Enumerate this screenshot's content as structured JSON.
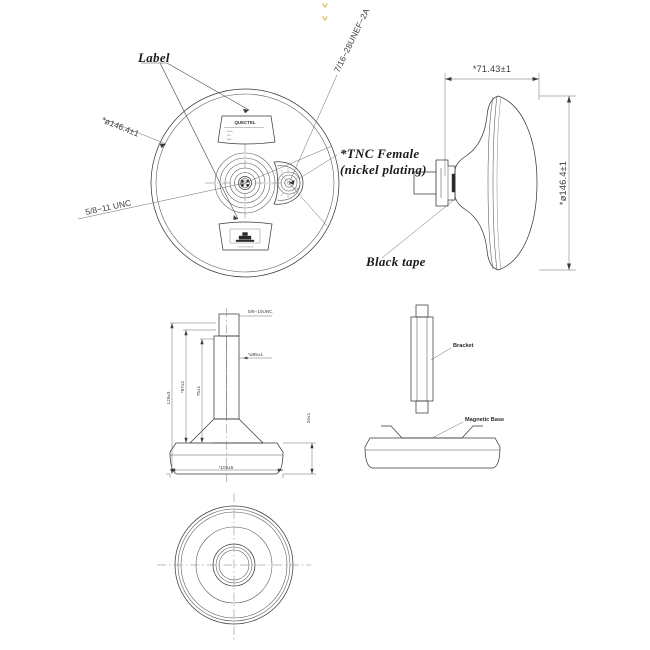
{
  "document": {
    "kind": "mechanical-drawing",
    "background": "#ffffff",
    "line_color": "#3a3a3a"
  },
  "scroll_hint": {
    "glyph": "˅",
    "color": "#e3b23c",
    "count": 2
  },
  "front_view": {
    "notes": {
      "label": "Label",
      "diameter": "*ø146.4±1",
      "mount_thread": "5/8−11 UNC",
      "conn_thread": "7/16−28UNEF−2A",
      "tnc_line1": "*TNC Female",
      "tnc_line2": "(nickel plating)"
    },
    "product_label": {
      "brand": "QUECTEL",
      "lines": [
        "Model : ",
        "S/N : ",
        "MAC : ",
        "Made in China"
      ]
    },
    "cert_label": {
      "caption": "CERTIFICATION"
    }
  },
  "side_view": {
    "width_dim": "*71.43±1",
    "height_dim": "*ø146.4±1",
    "note_black_tape": "Black tape"
  },
  "mount_section_view": {
    "thread_top": "5/8−10UNC",
    "shaft_dia": "*ø85±1",
    "dim_total_height": "129±3",
    "dim_upper": "*87±2",
    "dim_shaft": "75±1",
    "dim_base_height": "20±1",
    "dim_base_dia": "*108±5"
  },
  "bracket_view": {
    "note_bracket": "Bracket",
    "note_magnetic_base": "Magnetic Base"
  },
  "bottom_view": {
    "name": "bottom-plan-view"
  }
}
